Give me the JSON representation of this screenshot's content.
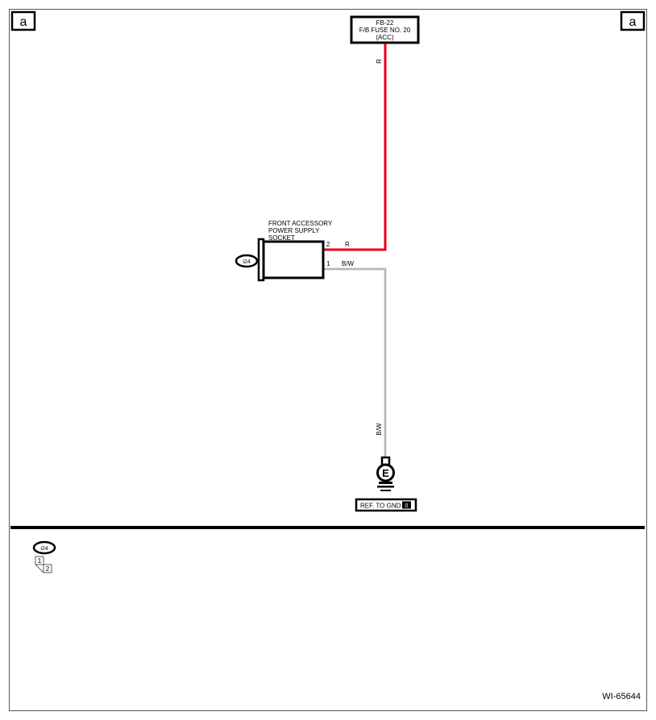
{
  "page_marks": {
    "left": "a",
    "right": "a"
  },
  "fuse": {
    "line1": "FB-22",
    "line2": "F/B FUSE NO. 20",
    "line3": "(ACC)"
  },
  "socket": {
    "name_lines": [
      "FRONT ACCESSORY",
      "POWER SUPPLY",
      "SOCKET"
    ],
    "connector_id": "i24",
    "pin_top": "2",
    "pin_bottom": "1"
  },
  "wires": {
    "fuse_vertical": "R",
    "socket_pin2": "R",
    "socket_pin1": "B/W",
    "ground_vertical": "B/W"
  },
  "wire_colors": {
    "red": "#e8001c",
    "gray": "#9a9a9a",
    "black": "#000000"
  },
  "ground": {
    "symbol": "E",
    "ref_label": "REF. TO GND",
    "ref_badge": "0"
  },
  "legend": {
    "connector_id": "i24",
    "pin1": "1",
    "pin2": "2"
  },
  "diagram_id": "WI-65644"
}
